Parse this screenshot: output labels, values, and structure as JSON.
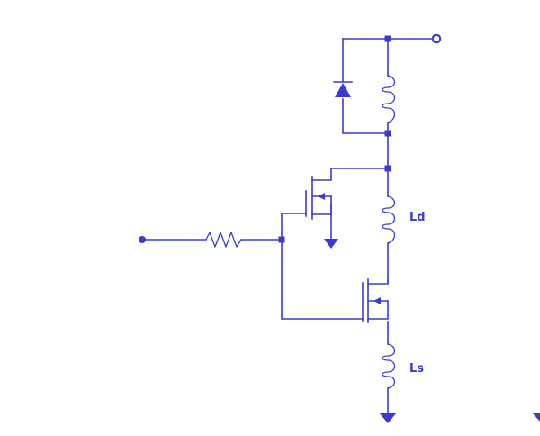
{
  "schematic": {
    "colors": {
      "wire": "#3b3bd0",
      "background": "#ffffff"
    },
    "labels": {
      "drain_inductor": "Ld",
      "source_inductor": "Ls"
    },
    "components": [
      {
        "ref": "resistor",
        "type": "resistor"
      },
      {
        "ref": "diode",
        "type": "diode"
      },
      {
        "ref": "top-inductor",
        "type": "inductor"
      },
      {
        "ref": "drain-inductor",
        "type": "inductor",
        "label": "Ld"
      },
      {
        "ref": "source-inductor",
        "type": "inductor",
        "label": "Ls"
      },
      {
        "ref": "clamp-mosfet",
        "type": "n-channel mosfet"
      },
      {
        "ref": "main-mosfet",
        "type": "n-channel mosfet"
      }
    ]
  }
}
